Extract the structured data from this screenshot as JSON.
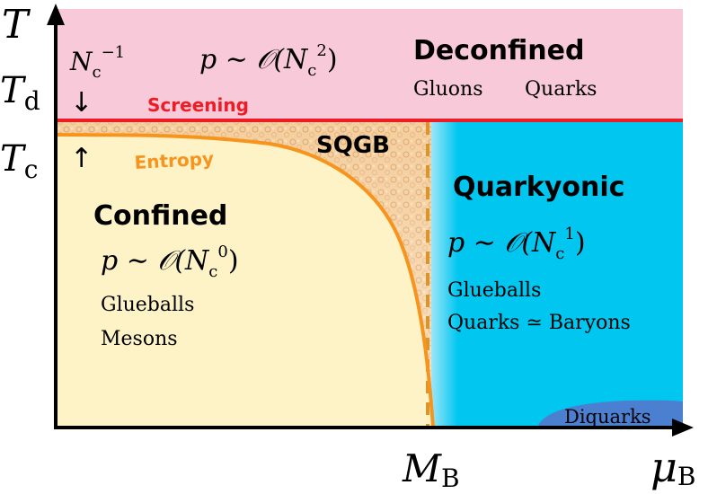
{
  "axes": {
    "y_label": "T",
    "x_label_main": "μ",
    "x_label_sub": "B",
    "td_main": "T",
    "td_sub": "d",
    "tc_main": "T",
    "tc_sub": "c",
    "mb_main": "M",
    "mb_sub": "B"
  },
  "deconfined": {
    "title": "Deconfined",
    "pressure_prefix": "p ∼ 𝒪(N",
    "pressure_sub": "c",
    "pressure_sup": "2",
    "pressure_suffix": ")",
    "contents": [
      "Gluons",
      "Quarks"
    ]
  },
  "nc_inverse": {
    "base": "N",
    "sub": "c",
    "sup": "−1",
    "arrow_down": "↓",
    "arrow_up": "↑"
  },
  "lines": {
    "screening": "Screening",
    "entropy": "Entropy"
  },
  "sqgb": {
    "label": "SQGB"
  },
  "confined": {
    "title": "Confined",
    "pressure_prefix": "p ∼ 𝒪(N",
    "pressure_sub": "c",
    "pressure_sup": "0",
    "pressure_suffix": ")",
    "contents": [
      "Glueballs",
      "Mesons"
    ]
  },
  "quarkyonic": {
    "title": "Quarkyonic",
    "pressure_prefix": "p ∼ 𝒪(N",
    "pressure_sub": "c",
    "pressure_sup": "1",
    "pressure_suffix": ")",
    "contents": [
      "Glueballs",
      "Quarks ≃ Baryons"
    ]
  },
  "diquarks": {
    "label": "Diquarks"
  },
  "colors": {
    "deconfined": "#f8c9d8",
    "confined": "#fdf3c6",
    "quarkyonic": "#00c6f0",
    "screening_line": "#ee1c24",
    "entropy_line": "#f7941d",
    "mb_dash": "#d9952e",
    "diquarks": "#4b7fd0",
    "sqgb_texture": "#f0c28a"
  }
}
